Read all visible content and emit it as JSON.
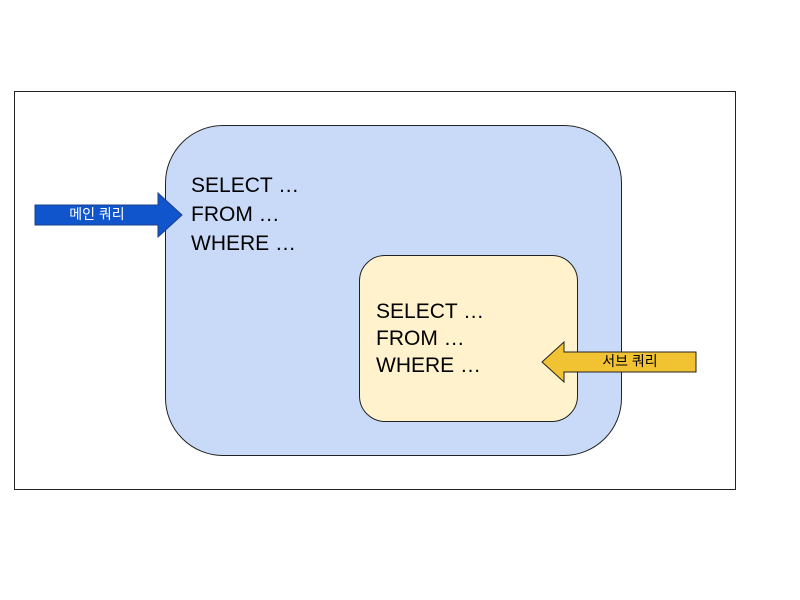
{
  "diagram": {
    "main_query": {
      "lines": [
        "SELECT …",
        "FROM …",
        "WHERE …"
      ],
      "arrow_label": "메인 쿼리",
      "fill": "#c9daf8",
      "arrow_color": "#1155cc"
    },
    "sub_query": {
      "lines": [
        "SELECT …",
        "FROM …",
        "WHERE …"
      ],
      "arrow_label": "서브 쿼리",
      "fill": "#fff2cc",
      "arrow_color": "#f1c232"
    }
  }
}
